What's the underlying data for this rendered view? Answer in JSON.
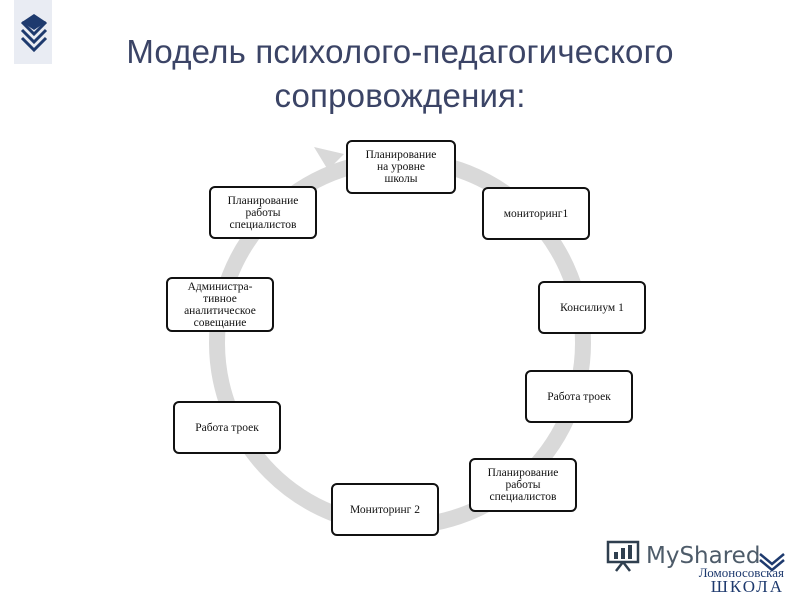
{
  "title": {
    "line1": "Модель психолого-педагогического",
    "line2": "сопровождения:"
  },
  "nodes": [
    {
      "id": "planning-school",
      "label": "Планирование\nна уровне\nшколы"
    },
    {
      "id": "monitoring-1",
      "label": "мониторинг1"
    },
    {
      "id": "council-1",
      "label": "Консилиум 1"
    },
    {
      "id": "trio-work-right",
      "label": "Работа троек"
    },
    {
      "id": "planning-specialists-bottom",
      "label": "Планирование\nработы\nспециалистов"
    },
    {
      "id": "monitoring-2",
      "label": "Мониторинг 2"
    },
    {
      "id": "trio-work-left",
      "label": "Работа троек"
    },
    {
      "id": "admin-meeting",
      "label": "Администра-\nтивное\nаналитическое\nсовещание"
    },
    {
      "id": "planning-specialists-top",
      "label": "Планирование\nработы\nспециалистов"
    }
  ],
  "watermark": {
    "brand": "MyShared",
    "school_line1": "Ломоносовская",
    "school_line2": "ШКОЛА"
  },
  "colors": {
    "title": "#3b4466",
    "ring": "#d9d9d9",
    "node_border": "#111111",
    "logo": "#1e3a6e"
  }
}
